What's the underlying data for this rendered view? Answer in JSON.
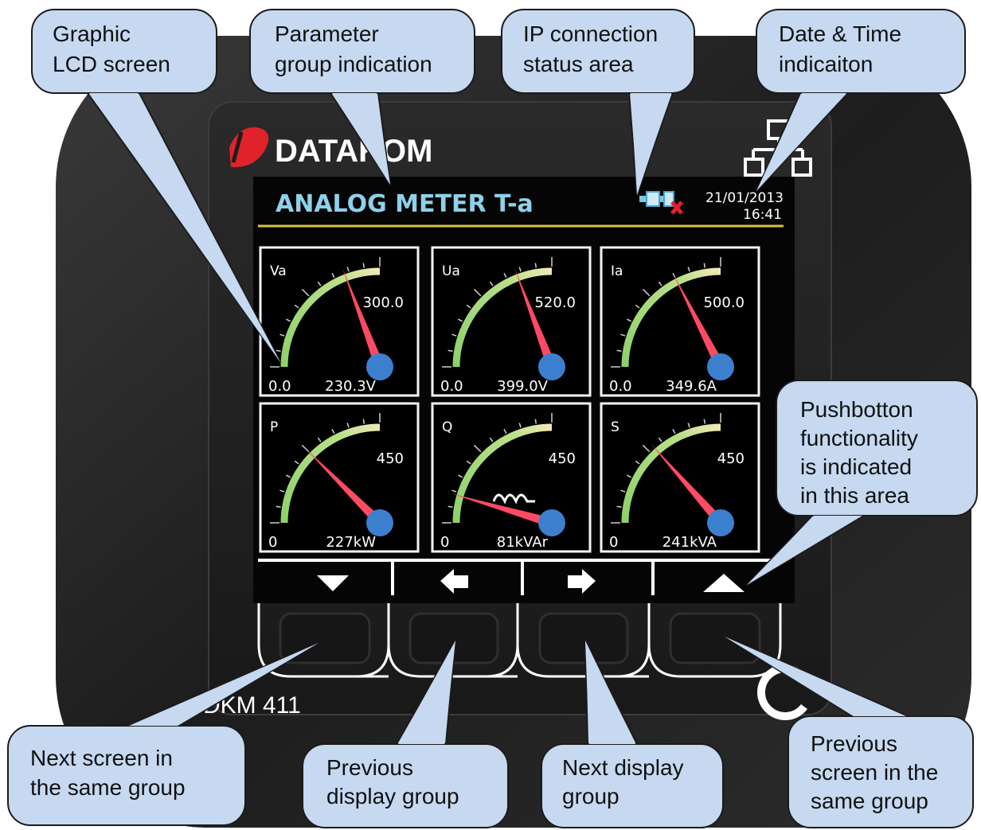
{
  "device": {
    "brand": "DATAKOM",
    "model": "DKM 411",
    "screen": {
      "title": "ANALOG METER T-a",
      "date": "21/01/2013",
      "time": "16:41",
      "colors": {
        "title": "#8fd0ea",
        "divider": "#d7c53a",
        "needle": "#ff4a63",
        "hub": "#3d7fcf",
        "arc_green": "#9fd46a",
        "arc_cream": "#f1e6b4"
      },
      "gauges": [
        {
          "label": "Va",
          "min": "0.0",
          "max": "300.0",
          "reading": "230.3V",
          "fraction": 0.77
        },
        {
          "label": "Ua",
          "min": "0.0",
          "max": "520.0",
          "reading": "399.0V",
          "fraction": 0.77
        },
        {
          "label": "Ia",
          "min": "0.0",
          "max": "500.0",
          "reading": "349.6A",
          "fraction": 0.7
        },
        {
          "label": "P",
          "min": "0",
          "max": "450",
          "reading": "227kW",
          "fraction": 0.5
        },
        {
          "label": "Q",
          "min": "0",
          "max": "450",
          "reading": "81kVAr",
          "fraction": 0.18
        },
        {
          "label": "S",
          "min": "0",
          "max": "450",
          "reading": "241kVA",
          "fraction": 0.54
        }
      ],
      "buttons": [
        {
          "name": "down",
          "icon": "arrow-down-icon"
        },
        {
          "name": "left",
          "icon": "arrow-left-icon"
        },
        {
          "name": "right",
          "icon": "arrow-right-icon"
        },
        {
          "name": "up",
          "icon": "arrow-up-icon"
        }
      ]
    }
  },
  "callouts": {
    "lcd": [
      "Graphic",
      "LCD screen"
    ],
    "param_group": [
      "Parameter",
      "group indication"
    ],
    "ip": [
      "IP connection",
      "status area"
    ],
    "datetime": [
      "Date & Time",
      "indicaiton"
    ],
    "pushbutton": [
      "Pushbotton",
      "functionality",
      "is indicated",
      "in this area"
    ],
    "next_screen": [
      "Next screen in",
      "the same group"
    ],
    "prev_group": [
      "Previous",
      "display group"
    ],
    "next_group": [
      "Next display",
      "group"
    ],
    "prev_screen": [
      "Previous",
      "screen in the",
      "same group"
    ]
  },
  "callout_fill": "#c6d9f1"
}
